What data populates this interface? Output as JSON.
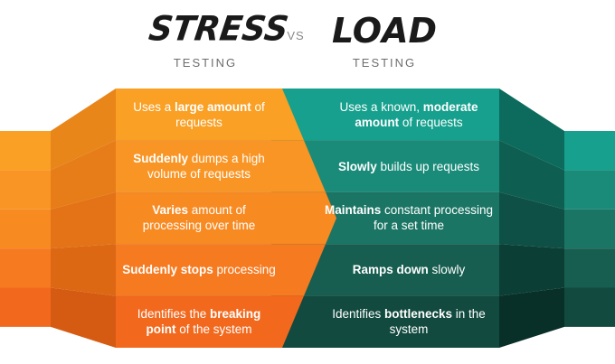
{
  "header": {
    "stress_title": "STRESS",
    "stress_subtitle": "TESTING",
    "vs": "VS",
    "load_title": "LOAD",
    "load_subtitle": "TESTING"
  },
  "colors": {
    "stress_rows": [
      "#f9a025",
      "#f99524",
      "#f88a22",
      "#f67a20",
      "#f2691e"
    ],
    "stress_wing_dark": [
      "#cd6f10",
      "#cc670f",
      "#c95e0e",
      "#c3540d",
      "#bb4a0b"
    ],
    "stress_wing_mid": [
      "#e8861a",
      "#e67d18",
      "#e37316",
      "#dd6814",
      "#d65b12"
    ],
    "load_rows": [
      "#16a08d",
      "#1a8b79",
      "#1b7564",
      "#175e50",
      "#124a3f"
    ],
    "load_wing_dark": [
      "#0c6b5c",
      "#0e5f51",
      "#0e5045",
      "#0b3f36",
      "#082f28"
    ],
    "load_wing_mid": [
      "#13897a",
      "#167867",
      "#166456",
      "#124f44",
      "#0e3d34"
    ]
  },
  "rows": [
    {
      "stress": [
        [
          "Uses a ",
          false
        ],
        [
          "large amount",
          true
        ],
        [
          " of requests",
          false
        ]
      ],
      "load": [
        [
          "Uses a known, ",
          false
        ],
        [
          "moderate amount",
          true
        ],
        [
          " of requests",
          false
        ]
      ]
    },
    {
      "stress": [
        [
          "Suddenly",
          true
        ],
        [
          " dumps a high volume of requests",
          false
        ]
      ],
      "load": [
        [
          "Slowly",
          true
        ],
        [
          " builds up requests",
          false
        ]
      ]
    },
    {
      "stress": [
        [
          "Varies",
          true
        ],
        [
          " amount of processing over time",
          false
        ]
      ],
      "load": [
        [
          "Maintains",
          true
        ],
        [
          " constant processing for a set time",
          false
        ]
      ]
    },
    {
      "stress": [
        [
          "Suddenly stops",
          true
        ],
        [
          " processing",
          false
        ]
      ],
      "load": [
        [
          "Ramps down",
          true
        ],
        [
          " slowly",
          false
        ]
      ]
    },
    {
      "stress": [
        [
          "Identifies the ",
          false
        ],
        [
          "breaking point",
          true
        ],
        [
          " of the system",
          false
        ]
      ],
      "load": [
        [
          "Identifies ",
          false
        ],
        [
          "bottlenecks",
          true
        ],
        [
          " in the system",
          false
        ]
      ]
    }
  ]
}
